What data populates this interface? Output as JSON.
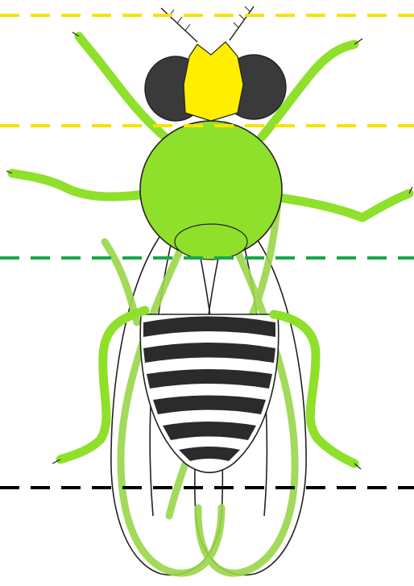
{
  "figure": {
    "subject": "fly-illustration",
    "colors": {
      "background": "#ffffff",
      "outline": "#222222",
      "stripe": "#2b2b2b",
      "eye": "#3a3a3a",
      "antenna_region": "#ffee00",
      "thorax_legs": "#8fe02a",
      "wings": "#9ad64a",
      "line_yellow": "#f5e400",
      "line_green": "#19a84a",
      "line_black": "#000000"
    }
  },
  "guide_lines": [
    {
      "name": "head-top",
      "color": "#f5e400"
    },
    {
      "name": "head-bottom",
      "color": "#f5e400"
    },
    {
      "name": "thorax-bottom",
      "color": "#19a84a"
    },
    {
      "name": "abdomen-bottom",
      "color": "#000000"
    }
  ]
}
